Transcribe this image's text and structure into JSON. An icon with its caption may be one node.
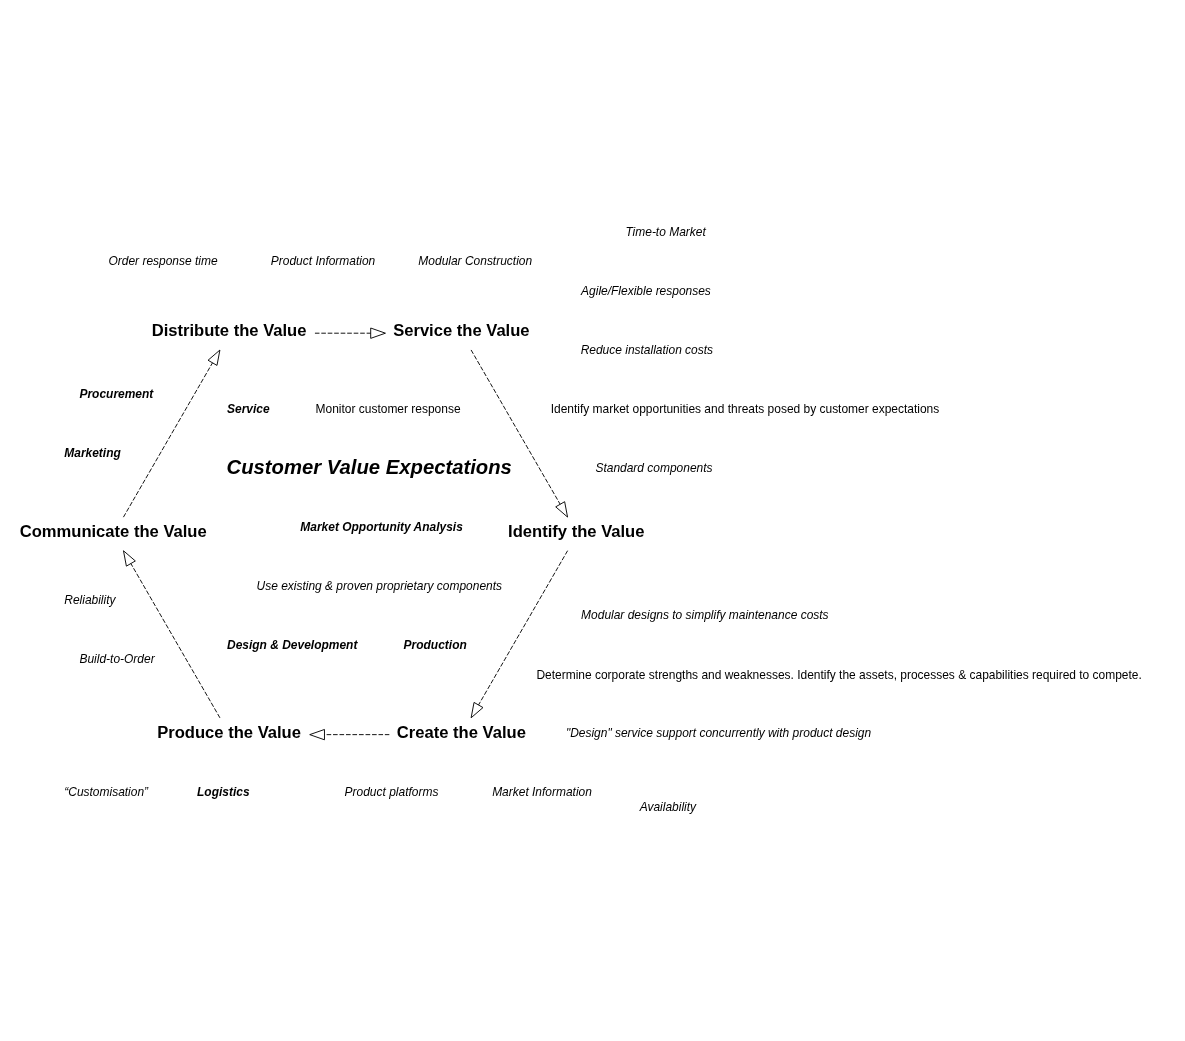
{
  "diagram": {
    "nodes": [
      {
        "text": [
          "Create the Value"
        ]
      },
      {
        "text": [
          "Produce the Value"
        ]
      },
      {
        "text": [
          "Communicate the Value"
        ]
      },
      {
        "text": [
          "Distribute the Value"
        ]
      },
      {
        "text": [
          "Service the Value"
        ]
      },
      {
        "text": [
          "Identify the Value"
        ]
      }
    ],
    "edges": [
      {
        "from": 0,
        "to": 1,
        "arrow": "to",
        "style": "dashed"
      },
      {
        "from": 1,
        "to": 2,
        "arrow": "to",
        "style": "dashed"
      },
      {
        "from": 2,
        "to": 3,
        "arrow": "to",
        "style": "dashed"
      },
      {
        "from": 3,
        "to": 4,
        "arrow": "to",
        "style": "dashed"
      },
      {
        "from": 4,
        "to": 5,
        "arrow": "to",
        "style": "dashed"
      },
      {
        "from": 5,
        "to": 0,
        "arrow": "to",
        "style": "dashed"
      }
    ],
    "labels": [
      "Use existing & proven proprietary components",
      "Standard components",
      "Procurement",
      "Modular Construction",
      "Design & Development",
      "Product platforms",
      "Build-to-Order",
      "Time-to Market",
      "Production",
      "Identify market opportunities and threats posed by customer expectations",
      "“Customisation”",
      "Market Information",
      "Product Information",
      "Market Opportunity Analysis",
      "Customer Value Expectations",
      "Marketing",
      "Monitor customer response",
      "Determine corporate strengths and weaknesses. Identify the assets, processes & capabilities required to compete.",
      "Order response time",
      "Reliability",
      "Service",
      "Logistics",
      "Availability",
      "\"Design\" service support concurrently with product design",
      "Reduce installation costs",
      "Agile/Flexible responses",
      "Modular designs to simplify maintenance costs"
    ]
  }
}
